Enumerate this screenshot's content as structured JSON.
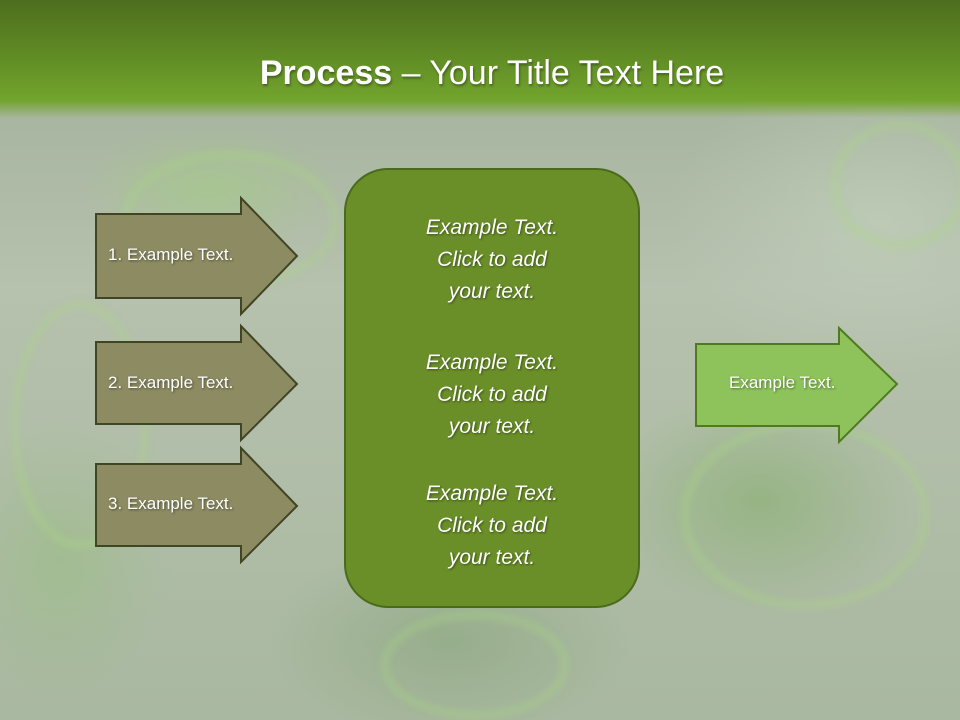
{
  "slide": {
    "title_bold": "Process",
    "title_rest": " – Your Title Text Here"
  },
  "inputs": [
    {
      "label": "1. Example Text."
    },
    {
      "label": "2. Example Text."
    },
    {
      "label": "3. Example Text."
    }
  ],
  "center": {
    "blocks": [
      {
        "text": "Example Text.\nClick  to add\nyour text."
      },
      {
        "text": "Example Text.\nClick  to add\nyour text."
      },
      {
        "text": "Example Text.\nClick  to add\nyour text."
      }
    ]
  },
  "output": {
    "label": "Example Text."
  },
  "colors": {
    "header": "#5f8a24",
    "input_arrow_fill": "#8c8b62",
    "center_fill": "#6a8f28",
    "output_arrow_fill": "#8dc35a"
  }
}
